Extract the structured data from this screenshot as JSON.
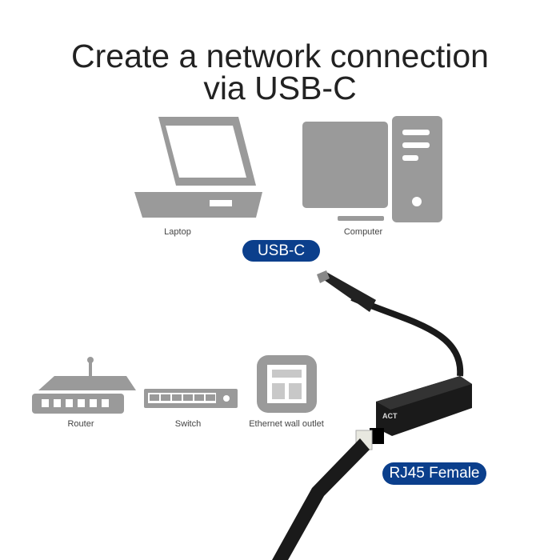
{
  "title": {
    "line1": "Create a network connection",
    "line2": "via USB-C"
  },
  "devices_top": [
    {
      "label": "Laptop",
      "icon": "laptop-icon"
    },
    {
      "label": "Computer",
      "icon": "desktop-computer-icon"
    }
  ],
  "usb_badge": "USB-C",
  "devices_bottom": [
    {
      "label": "Router",
      "icon": "router-icon"
    },
    {
      "label": "Switch",
      "icon": "switch-icon"
    },
    {
      "label": "Ethernet wall outlet",
      "icon": "ethernet-outlet-icon"
    }
  ],
  "rj45_badge": "RJ45 Female",
  "brand_logo": "ACT",
  "colors": {
    "icon_gray": "#9a9a9a",
    "badge_blue": "#0b3f8c",
    "product_black": "#1a1a1a"
  }
}
